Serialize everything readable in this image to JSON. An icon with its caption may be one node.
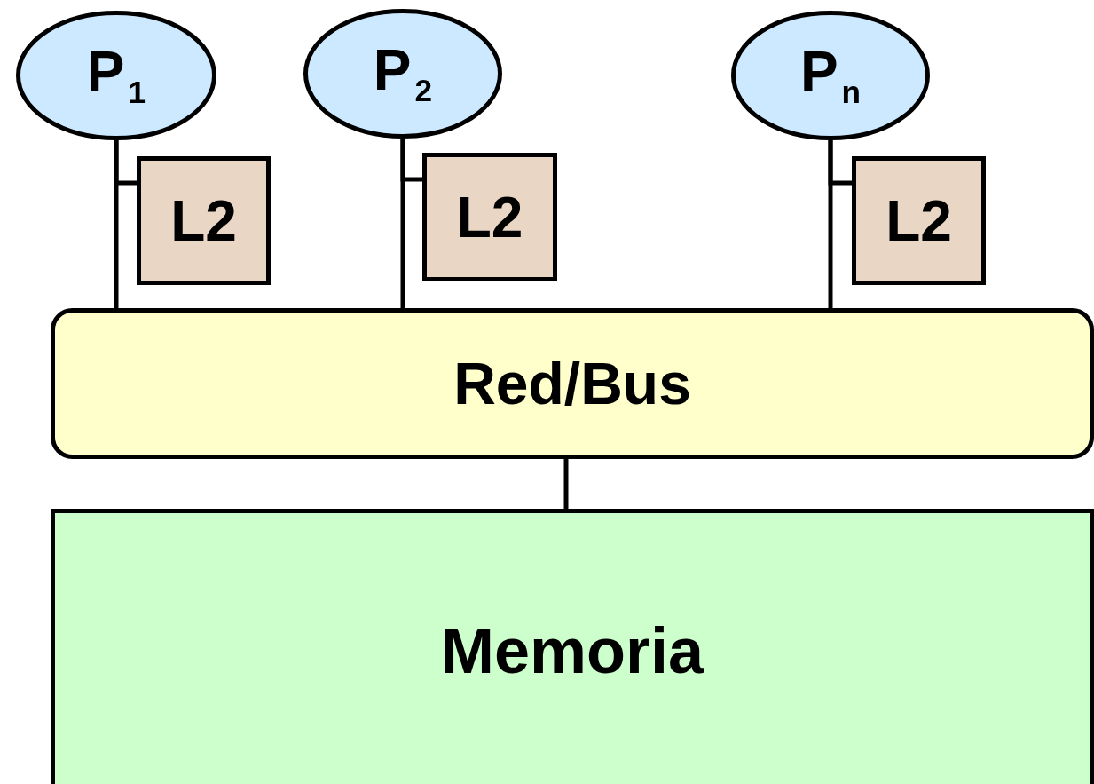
{
  "diagram": {
    "nodes": [
      {
        "text": [
          "P$_{1}$"
        ]
      },
      {
        "text": [
          "P$_{2}$"
        ]
      },
      {
        "text": [
          "P$_{n}$"
        ]
      },
      {
        "text": [
          "L2"
        ]
      },
      {
        "text": [
          "L2"
        ]
      },
      {
        "text": [
          "L2"
        ]
      },
      {
        "text": [
          "Red/Bus"
        ]
      },
      {
        "text": [
          "Memoria"
        ]
      }
    ],
    "edges": [
      {
        "from": 0,
        "to": 3,
        "arrow": "none"
      },
      {
        "from": 0,
        "to": 6,
        "arrow": "none"
      },
      {
        "from": 1,
        "to": 4,
        "arrow": "none"
      },
      {
        "from": 1,
        "to": 6,
        "arrow": "none"
      },
      {
        "from": 2,
        "to": 5,
        "arrow": "none"
      },
      {
        "from": 2,
        "to": 6,
        "arrow": "none"
      },
      {
        "from": 6,
        "to": 7,
        "arrow": "none"
      }
    ]
  }
}
